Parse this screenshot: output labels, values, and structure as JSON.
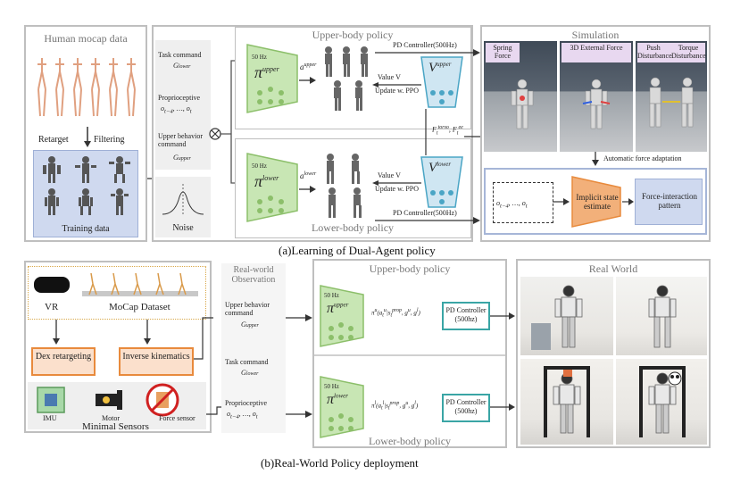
{
  "part_a": {
    "mocap": {
      "title": "Human mocap data",
      "retarget": "Retarget",
      "filtering": "Filtering",
      "training": "Training data"
    },
    "inputs": {
      "task_command": "Task command",
      "g_lower": "G",
      "g_lower_sub": "lower",
      "proprioceptive": "Proprioceptive",
      "upper_behavior_command": "Upper behavior command",
      "g_upper": "G",
      "g_upper_sub": "upper",
      "noise": "Noise"
    },
    "upper_policy": {
      "title": "Upper-body policy",
      "hz": "50 Hz",
      "pi": "π",
      "pi_sup": "upper",
      "action": "a",
      "action_sup": "upper",
      "value": "Value V",
      "update": "Update w. PPO",
      "v": "V",
      "v_sup": "upper",
      "pd": "PD Controller(500Hz)"
    },
    "lower_policy": {
      "title": "Lower-body policy",
      "hz": "50 Hz",
      "pi": "π",
      "pi_sup": "lower",
      "action": "a",
      "action_sup": "lower",
      "value": "Value V",
      "update": "Update w. PPO",
      "v": "V",
      "v_sup": "lower",
      "pd": "PD Controller(500Hz)"
    },
    "simulation": {
      "title": "Simulation",
      "spring": "Spring Force",
      "external": "3D External Force",
      "push": "Push Disturbance",
      "torque": "Torque Disturbance",
      "force_label": "F",
      "auto": "Automatic force adaptation",
      "implicit": "Implicit state estimate",
      "pattern": "Force-interaction pattern"
    },
    "caption": "(a)Learning of Dual-Agent policy"
  },
  "part_b": {
    "vr": "VR",
    "mocap_dataset": "MoCap Dataset",
    "dex": "Dex retargeting",
    "ik": "Inverse kinematics",
    "imu": "IMU",
    "motor": "Motor",
    "force_sensor": "Force sensor",
    "minimal": "Minimal Sensors",
    "obs_title": "Real-world Observation",
    "upper_cmd": "Upper behavior command",
    "g_upper": "G",
    "g_upper_sub": "upper",
    "task_cmd": "Task command",
    "g_lower": "G",
    "g_lower_sub": "lower",
    "proprioceptive": "Proprioceptive",
    "upper_title": "Upper-body policy",
    "lower_title": "Lower-body policy",
    "hz": "50 Hz",
    "pi_upper": "π",
    "pi_upper_sup": "upper",
    "pi_lower": "π",
    "pi_lower_sup": "lower",
    "pd_upper": "PD Controller (500hz)",
    "pd_lower": "PD Controller (500hz)",
    "real_world": "Real World",
    "caption": "(b)Real-World Policy deployment"
  },
  "colors": {
    "green": "#c8e6b4",
    "green_border": "#8cbf6a",
    "blue": "#cfd9ef",
    "orange": "#e88a3c",
    "teal": "#3aa5a5"
  }
}
